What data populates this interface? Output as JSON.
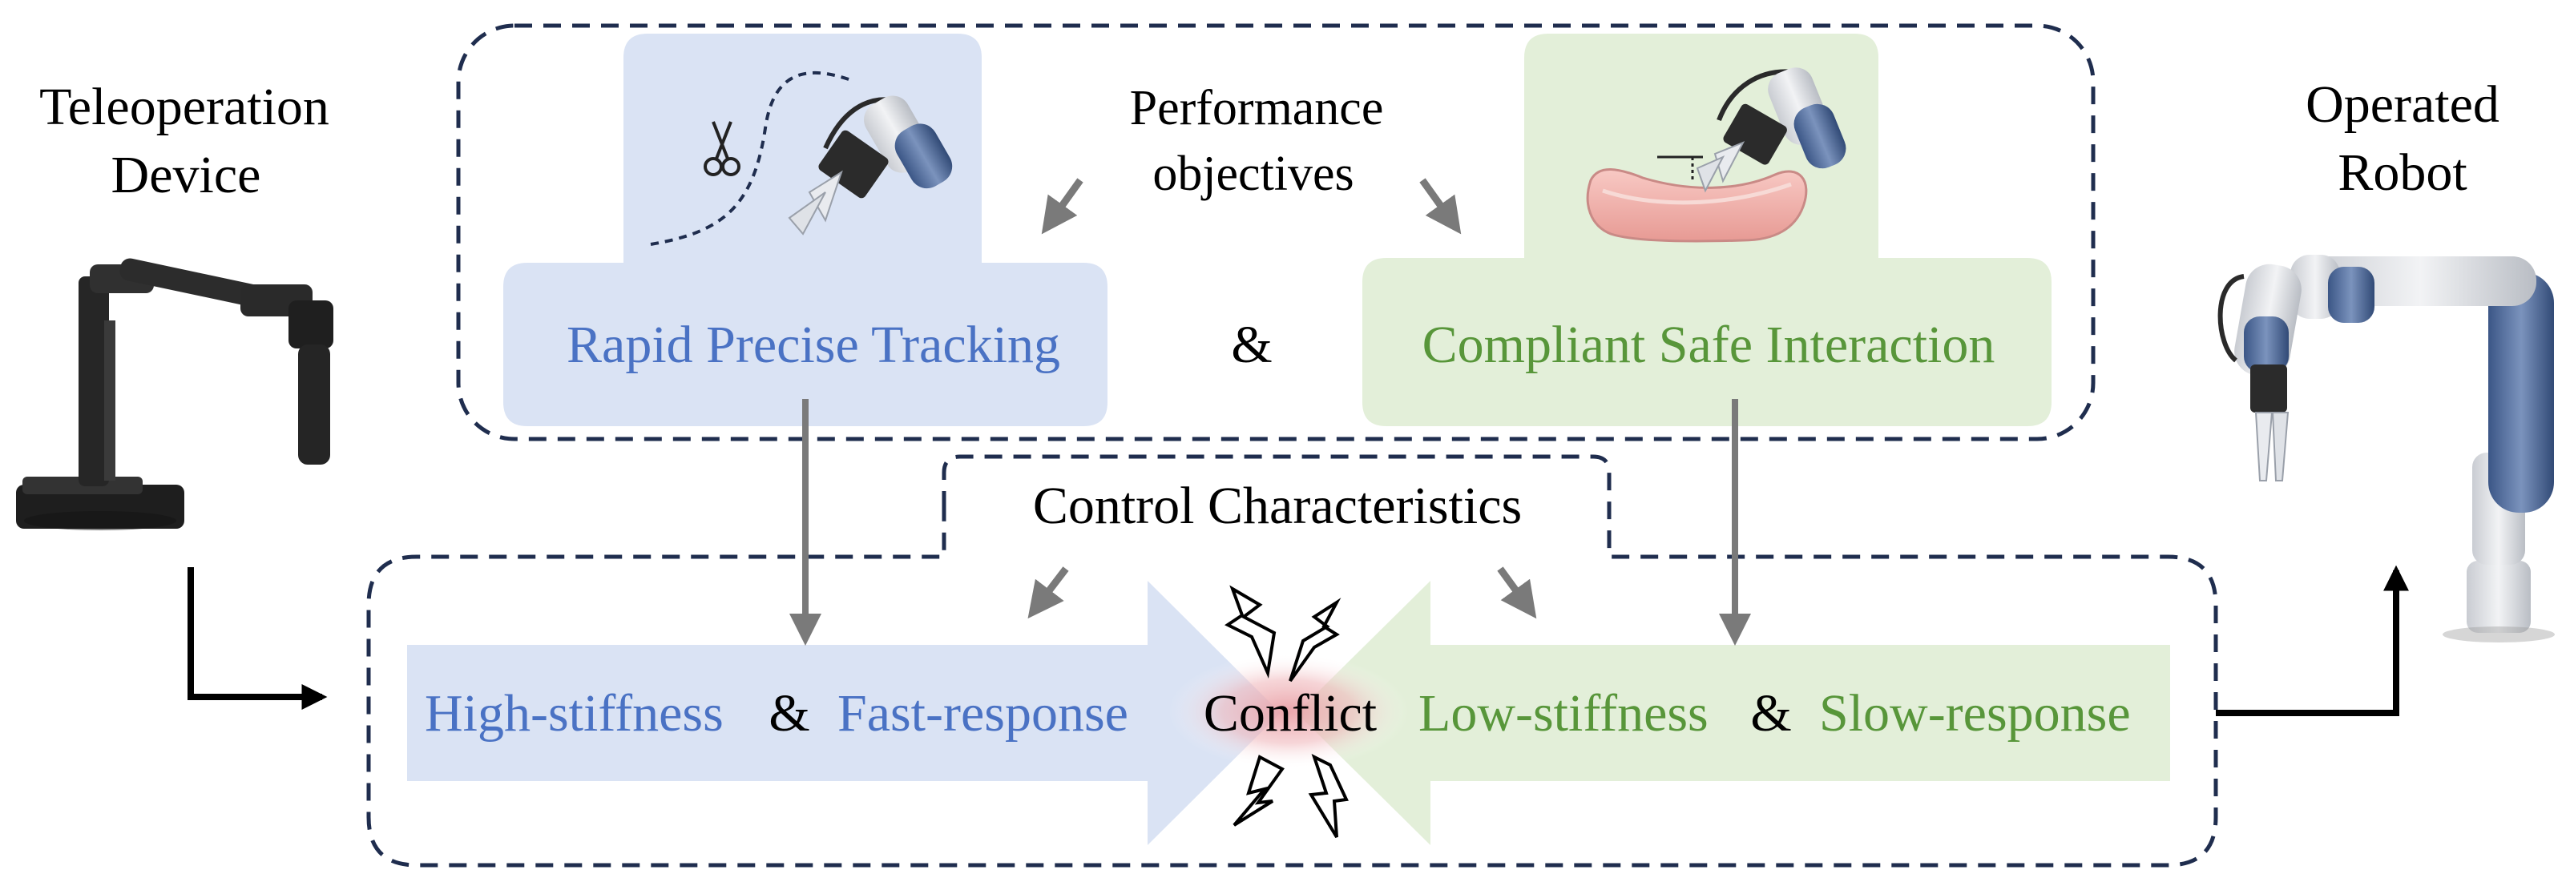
{
  "left_device": {
    "title_line1": "Teleoperation",
    "title_line2": "Device"
  },
  "right_device": {
    "title_line1": "Operated",
    "title_line2": "Robot"
  },
  "performance": {
    "label_line1": "Performance",
    "label_line2": "objectives",
    "left_objective": "Rapid Precise Tracking",
    "joiner": "&",
    "right_objective": "Compliant Safe Interaction"
  },
  "control": {
    "label": "Control Characteristics",
    "left_term1": "High-stiffness",
    "left_joiner": "&",
    "left_term2": "Fast-response",
    "conflict": "Conflict",
    "right_term1": "Low-stiffness",
    "right_joiner": "&",
    "right_term2": "Slow-response"
  },
  "colors": {
    "blue_text": "#4a72c4",
    "green_text": "#58963a",
    "blue_fill": "#dae3f4",
    "green_fill": "#e3efd9",
    "dash_border": "#1f2d4e",
    "arrow_gray": "#7a7a7a",
    "conflict_glow": "#e9a0a6"
  }
}
